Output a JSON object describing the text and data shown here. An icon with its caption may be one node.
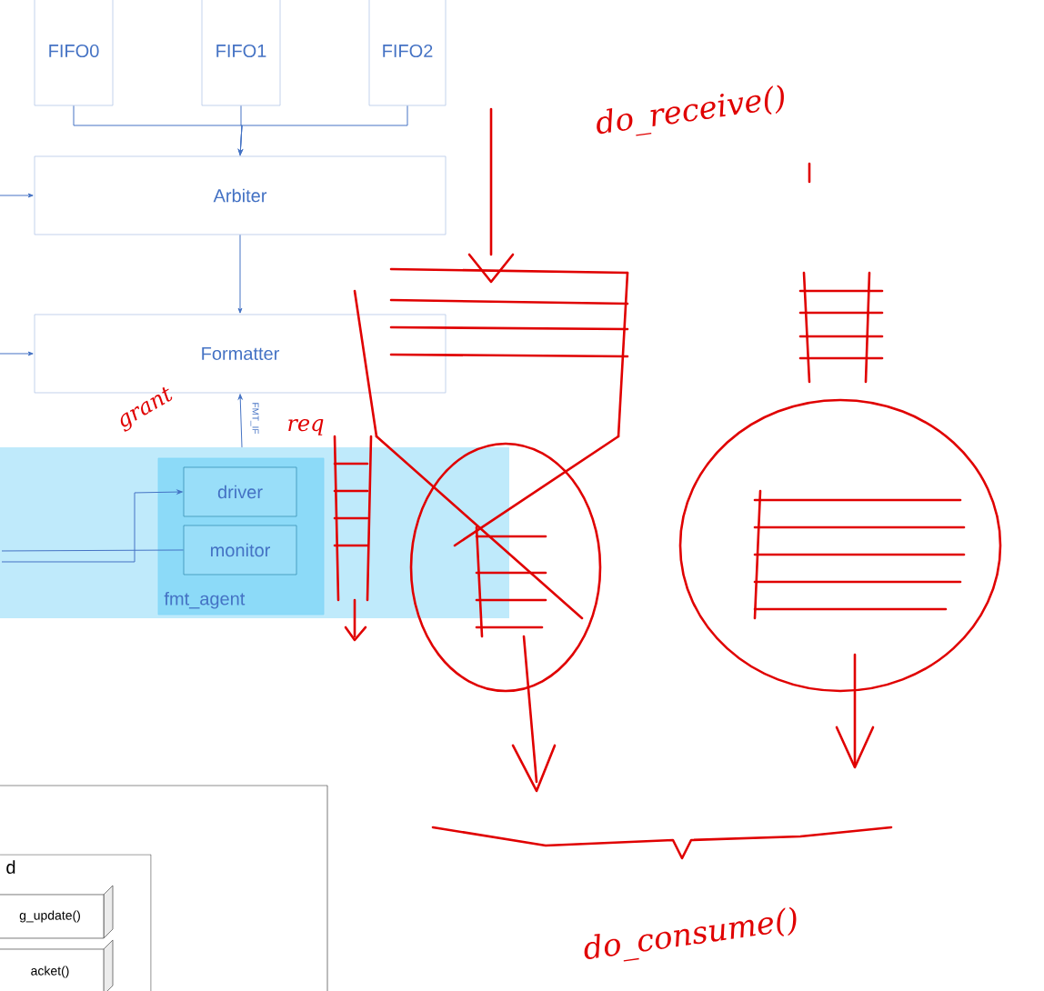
{
  "diagram": {
    "nodes": [
      {
        "text": [
          "FIFO0"
        ]
      },
      {
        "text": [
          "FIFO1"
        ]
      },
      {
        "text": [
          "FIFO2"
        ]
      },
      {
        "text": [
          "Arbiter"
        ]
      },
      {
        "text": [
          "Formatter"
        ]
      },
      {
        "text": [],
        "shape": "band"
      },
      {
        "text": [
          "fmt_agent"
        ],
        "in": 5
      },
      {
        "text": [
          "driver"
        ],
        "in": 6
      },
      {
        "text": [
          "monitor"
        ],
        "in": 6
      },
      {
        "text": [],
        "shape": "box"
      },
      {
        "text": [
          "d"
        ],
        "in": 9
      },
      {
        "text": [
          "g_update()"
        ],
        "in": 10
      },
      {
        "text": [
          "acket()"
        ],
        "in": 10
      }
    ],
    "edges": [
      {
        "from": 0,
        "to": 3,
        "arrow": "to"
      },
      {
        "from": 1,
        "to": 3,
        "arrow": "to"
      },
      {
        "from": 2,
        "to": 3,
        "arrow": "to"
      },
      {
        "from": null,
        "to": 3,
        "arrow": "to"
      },
      {
        "from": 3,
        "to": 4,
        "arrow": "to"
      },
      {
        "from": null,
        "to": 4,
        "arrow": "to"
      },
      {
        "from": 5,
        "to": 4,
        "arrow": "to",
        "label": "FMT_IF"
      },
      {
        "from": 5,
        "to": 7,
        "arrow": "to"
      },
      {
        "from": 8,
        "to": 5,
        "arrow": "none"
      }
    ],
    "labels": [
      "do_receive()",
      "grant",
      "req",
      "do_consume()"
    ]
  }
}
